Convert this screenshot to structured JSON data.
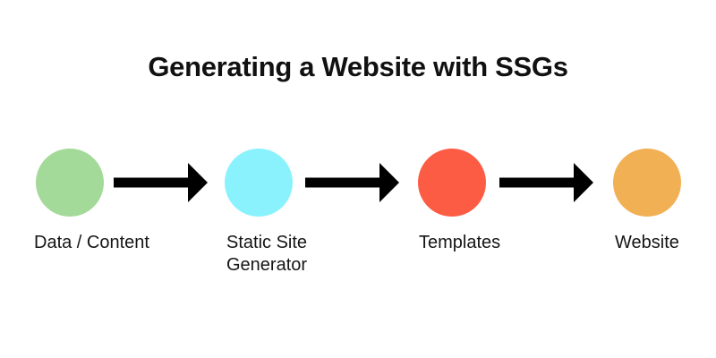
{
  "title": "Generating a Website with SSGs",
  "colors": {
    "background": "#ffffff",
    "title_text": "#111111",
    "label_text": "#151515",
    "arrow": "#000000"
  },
  "flow": {
    "nodes": [
      {
        "label": "Data / Content",
        "color": "#a4da99"
      },
      {
        "label": "Static Site Generator",
        "color": "#89f2fd"
      },
      {
        "label": "Templates",
        "color": "#fc5c44"
      },
      {
        "label": "Website",
        "color": "#f1b054"
      }
    ],
    "arrow_icon": "right-arrow"
  }
}
